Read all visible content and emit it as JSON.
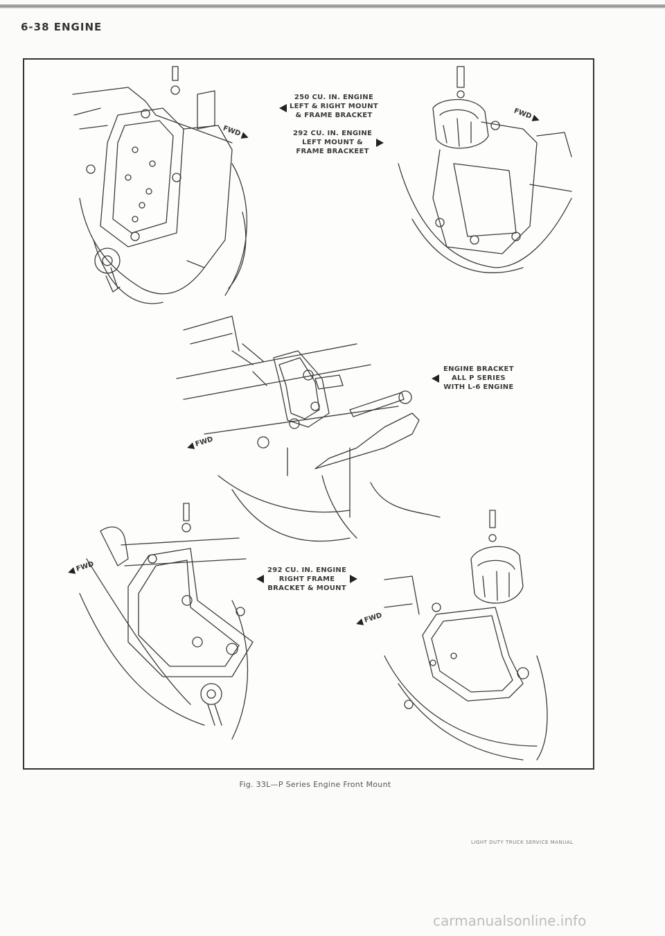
{
  "header": {
    "title": "6-38 ENGINE"
  },
  "callouts": {
    "c250": [
      "250 CU. IN. ENGINE",
      "LEFT & RIGHT MOUNT",
      "& FRAME BRACKET"
    ],
    "c292_left": [
      "292 CU. IN. ENGINE",
      "LEFT MOUNT &",
      "FRAME BRACKEET"
    ],
    "bracket": [
      "ENGINE BRACKET",
      "ALL P SERIES",
      "WITH L-6 ENGINE"
    ],
    "c292_right": [
      "292 CU. IN. ENGINE",
      "RIGHT FRAME",
      "BRACKET & MOUNT"
    ]
  },
  "fwd_label": "FWD",
  "caption": "Fig. 33L—P Series Engine Front Mount",
  "footer": "LIGHT DUTY TRUCK SERVICE MANUAL",
  "watermark": "carmanualsonline.info"
}
